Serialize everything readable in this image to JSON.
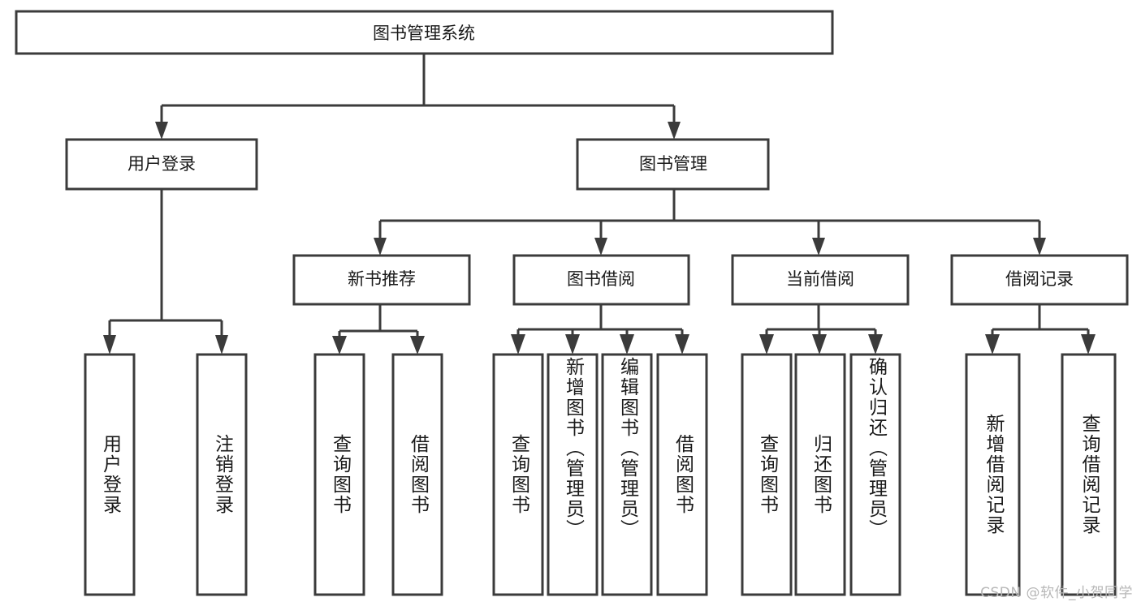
{
  "diagram": {
    "title": "图书管理系统",
    "watermark": "CSDN @软件_小贺同学",
    "colors": {
      "stroke": "#3b3b3b",
      "fill": "#ffffff",
      "text": "#1a1a1a",
      "watermark": "#b7b7b7"
    },
    "root": {
      "label": "图书管理系统"
    },
    "level2": [
      {
        "label": "用户登录"
      },
      {
        "label": "图书管理"
      }
    ],
    "level3": [
      {
        "label": "新书推荐"
      },
      {
        "label": "图书借阅"
      },
      {
        "label": "当前借阅"
      },
      {
        "label": "借阅记录"
      }
    ],
    "leaves": {
      "user_login": [
        {
          "label": "用户登录"
        },
        {
          "label": "注销登录"
        }
      ],
      "new_book": [
        {
          "label": "查询图书"
        },
        {
          "label": "借阅图书"
        }
      ],
      "book_borrow": [
        {
          "label": "查询图书"
        },
        {
          "label": "新增图书（管理员）"
        },
        {
          "label": "编辑图书（管理员）"
        },
        {
          "label": "借阅图书"
        }
      ],
      "current_borrow": [
        {
          "label": "查询图书"
        },
        {
          "label": "归还图书"
        },
        {
          "label": "确认归还（管理员）"
        }
      ],
      "borrow_record": [
        {
          "label": "新增借阅记录"
        },
        {
          "label": "查询借阅记录"
        }
      ]
    }
  }
}
